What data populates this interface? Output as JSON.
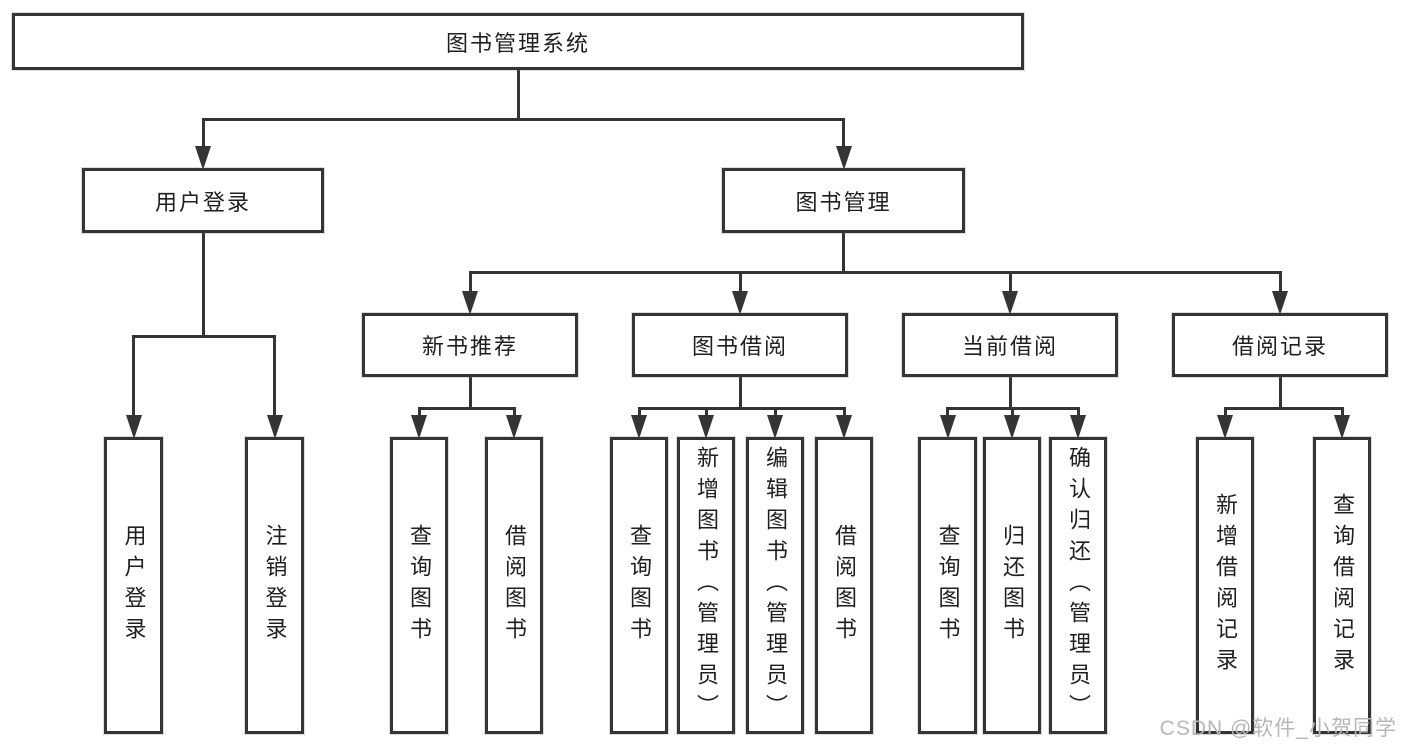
{
  "diagram": {
    "title": "图书管理系统",
    "type": "hierarchy-tree",
    "nodes": [
      {
        "id": "root",
        "label": "图书管理系统",
        "level": 1,
        "orientation": "horizontal",
        "children": [
          "user-login",
          "book-mgmt"
        ]
      },
      {
        "id": "user-login",
        "label": "用户登录",
        "level": 2,
        "orientation": "horizontal",
        "children": [
          "leaf-user-login",
          "leaf-logout"
        ]
      },
      {
        "id": "book-mgmt",
        "label": "图书管理",
        "level": 2,
        "orientation": "horizontal",
        "children": [
          "new-book",
          "book-borrow",
          "current-borrow",
          "borrow-records"
        ]
      },
      {
        "id": "new-book",
        "label": "新书推荐",
        "level": 3,
        "orientation": "horizontal",
        "children": [
          "nb-query",
          "nb-borrow"
        ]
      },
      {
        "id": "book-borrow",
        "label": "图书借阅",
        "level": 3,
        "orientation": "horizontal",
        "children": [
          "bb-query",
          "bb-add",
          "bb-edit",
          "bb-borrow"
        ]
      },
      {
        "id": "current-borrow",
        "label": "当前借阅",
        "level": 3,
        "orientation": "horizontal",
        "children": [
          "cb-query",
          "cb-return",
          "cb-confirm"
        ]
      },
      {
        "id": "borrow-records",
        "label": "借阅记录",
        "level": 3,
        "orientation": "horizontal",
        "children": [
          "br-add",
          "br-query"
        ]
      },
      {
        "id": "leaf-user-login",
        "label": "用户登录",
        "level": 4,
        "orientation": "vertical",
        "children": []
      },
      {
        "id": "leaf-logout",
        "label": "注销登录",
        "level": 4,
        "orientation": "vertical",
        "children": []
      },
      {
        "id": "nb-query",
        "label": "查询图书",
        "level": 4,
        "orientation": "vertical",
        "children": []
      },
      {
        "id": "nb-borrow",
        "label": "借阅图书",
        "level": 4,
        "orientation": "vertical",
        "children": []
      },
      {
        "id": "bb-query",
        "label": "查询图书",
        "level": 4,
        "orientation": "vertical",
        "children": []
      },
      {
        "id": "bb-add",
        "label": "新增图书（管理员）",
        "level": 4,
        "orientation": "vertical",
        "children": []
      },
      {
        "id": "bb-edit",
        "label": "编辑图书（管理员）",
        "level": 4,
        "orientation": "vertical",
        "children": []
      },
      {
        "id": "bb-borrow",
        "label": "借阅图书",
        "level": 4,
        "orientation": "vertical",
        "children": []
      },
      {
        "id": "cb-query",
        "label": "查询图书",
        "level": 4,
        "orientation": "vertical",
        "children": []
      },
      {
        "id": "cb-return",
        "label": "归还图书",
        "level": 4,
        "orientation": "vertical",
        "children": []
      },
      {
        "id": "cb-confirm",
        "label": "确认归还（管理员）",
        "level": 4,
        "orientation": "vertical",
        "children": []
      },
      {
        "id": "br-add",
        "label": "新增借阅记录",
        "level": 4,
        "orientation": "vertical",
        "children": []
      },
      {
        "id": "br-query",
        "label": "查询借阅记录",
        "level": 4,
        "orientation": "vertical",
        "children": []
      }
    ]
  },
  "watermark": {
    "text": "CSDN @软件_小贺同学"
  },
  "colors": {
    "line": "#343434",
    "box_border": "#343434",
    "box_fill": "#ffffff",
    "text": "#1f1f1f",
    "watermark": "#b7b7b7",
    "background": "#ffffff"
  }
}
